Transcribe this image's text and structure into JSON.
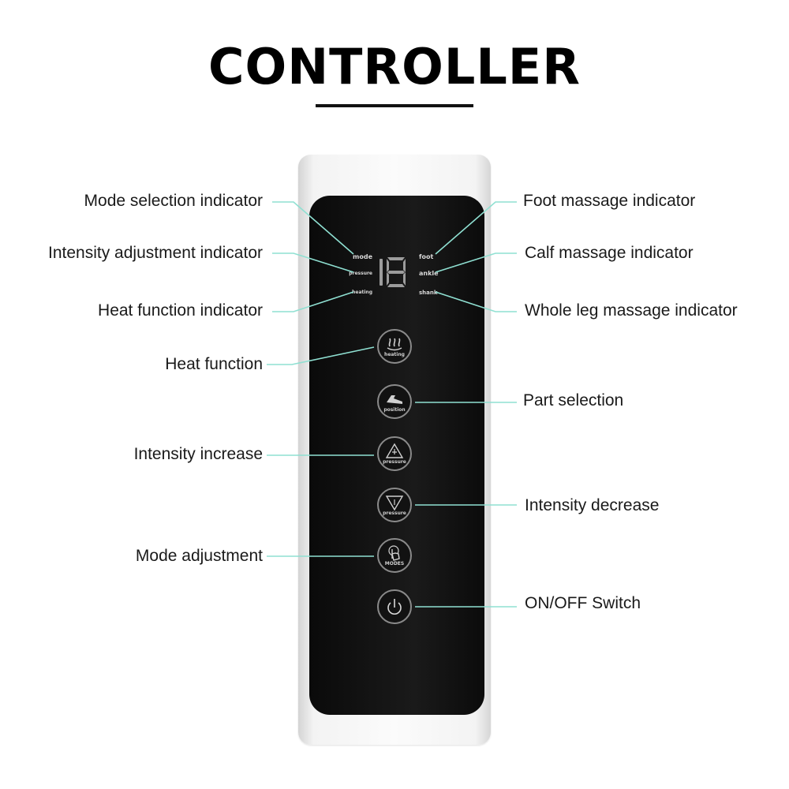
{
  "title": "CONTROLLER",
  "colors": {
    "leader_line": "#8fe0d2",
    "screen": "#111111",
    "body": "#f2f2f2"
  },
  "screen_indicators": {
    "mode": "mode",
    "pressure": "pressure",
    "heating": "heating",
    "foot": "foot",
    "ankle": "ankle",
    "shank": "shank"
  },
  "buttons": {
    "heating": {
      "label": "heating",
      "icon": "heat-waves-icon"
    },
    "position": {
      "label": "position",
      "icon": "leg-position-icon"
    },
    "pressure_up": {
      "label": "pressure",
      "icon": "triangle-up-icon"
    },
    "pressure_down": {
      "label": "pressure",
      "icon": "triangle-down-icon"
    },
    "modes": {
      "label": "MODES",
      "icon": "hand-touch-icon"
    },
    "power": {
      "icon": "power-icon"
    }
  },
  "callouts": {
    "mode_selection_indicator": "Mode selection indicator",
    "intensity_adjustment_indicator": "Intensity adjustment indicator",
    "heat_function_indicator": "Heat function indicator",
    "heat_function": "Heat function",
    "intensity_increase": "Intensity increase",
    "mode_adjustment": "Mode adjustment",
    "foot_massage_indicator": "Foot massage indicator",
    "calf_massage_indicator": "Calf massage indicator",
    "whole_leg_massage_indicator": "Whole leg massage indicator",
    "part_selection": "Part selection",
    "intensity_decrease": "Intensity decrease",
    "on_off_switch": "ON/OFF Switch"
  }
}
